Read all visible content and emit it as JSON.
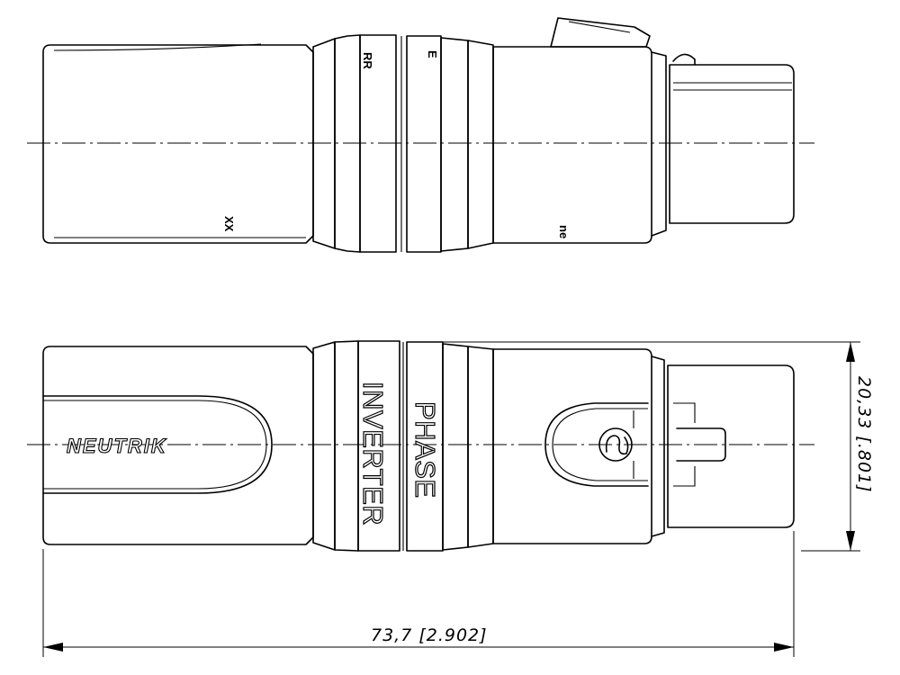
{
  "brand": {
    "logo_text": "NEUTRIK"
  },
  "engraving": {
    "ring1_text": "INVERTER",
    "ring2_text": "PHASE",
    "top_ring1_fragment": "RR",
    "top_ring2_fragment": "E",
    "top_body_mark": "XX",
    "top_latch_mark": "ne"
  },
  "dimensions": {
    "length": "73,7  [2.902]",
    "diameter": "20,33  [.801]"
  }
}
